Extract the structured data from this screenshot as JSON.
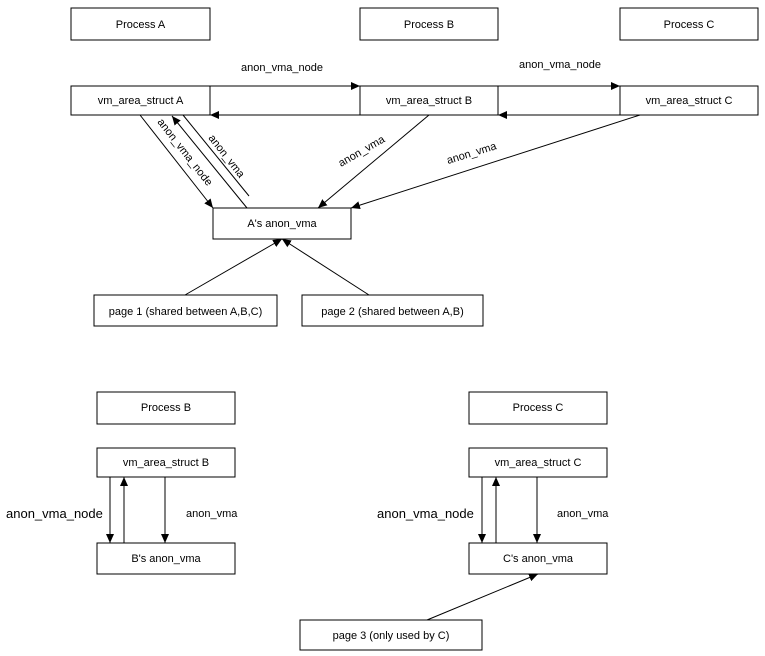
{
  "nodes": {
    "process_a": "Process A",
    "process_b": "Process B",
    "process_c": "Process C",
    "vma_a": "vm_area_struct A",
    "vma_b": "vm_area_struct B",
    "vma_c": "vm_area_struct C",
    "anon_a": "A's anon_vma",
    "page1": "page 1 (shared between A,B,C)",
    "page2": "page 2 (shared between A,B)",
    "process_b2": "Process B",
    "vma_b2": "vm_area_struct B",
    "anon_b": "B's anon_vma",
    "process_c2": "Process C",
    "vma_c2": "vm_area_struct C",
    "anon_c": "C's anon_vma",
    "page3": "page 3 (only used by C)"
  },
  "edge_labels": {
    "anon_vma_node_ab": "anon_vma_node",
    "anon_vma_node_bc": "anon_vma_node",
    "anon_vma_node_a_diag": "anon_vma_node",
    "anon_vma_a_diag": "anon_vma",
    "anon_vma_b_diag": "anon_vma",
    "anon_vma_c_diag": "anon_vma",
    "anon_vma_node_b": "anon_vma_node",
    "anon_vma_b": "anon_vma",
    "anon_vma_node_c": "anon_vma_node",
    "anon_vma_c": "anon_vma"
  }
}
